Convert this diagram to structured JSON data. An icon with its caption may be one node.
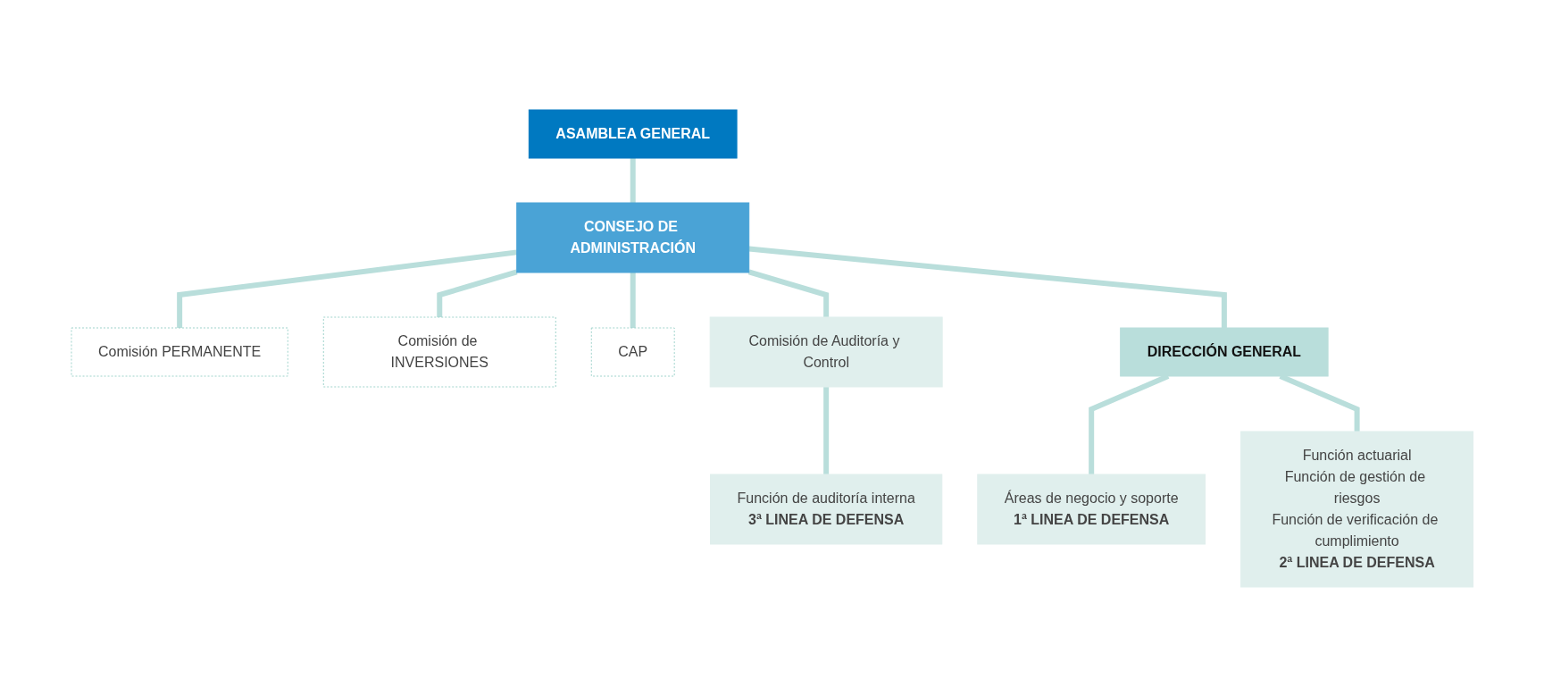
{
  "diagram": {
    "nodes": [
      {
        "text": [
          "ASAMBLEA GENERAL"
        ]
      },
      {
        "text": [
          "CONSEJO DE ADMINISTRACIÓN"
        ]
      },
      {
        "text": [
          "Comisión PERMANENTE"
        ]
      },
      {
        "text": [
          "Comisión de INVERSIONES"
        ]
      },
      {
        "text": [
          "CAP"
        ]
      },
      {
        "text": [
          "Comisión de Auditoría y Control"
        ]
      },
      {
        "text": [
          "DIRECCIÓN GENERAL"
        ]
      },
      {
        "text": [
          "Áreas de negocio y soporte",
          "1ª LINEA DE DEFENSA"
        ]
      },
      {
        "text": [
          "Función actuarial",
          "Función de gestión de riesgos",
          "Función de verificación de cumplimiento",
          "2ª LINEA DE DEFENSA"
        ]
      },
      {
        "text": [
          "Función de auditoría interna",
          "3ª LINEA DE DEFENSA"
        ]
      }
    ],
    "edges": [
      {
        "from": 0,
        "to": 1,
        "arrow": "none"
      },
      {
        "from": 1,
        "to": 2,
        "arrow": "none"
      },
      {
        "from": 1,
        "to": 3,
        "arrow": "none"
      },
      {
        "from": 1,
        "to": 4,
        "arrow": "none"
      },
      {
        "from": 1,
        "to": 5,
        "arrow": "none"
      },
      {
        "from": 1,
        "to": 6,
        "arrow": "none"
      },
      {
        "from": 6,
        "to": 7,
        "arrow": "none"
      },
      {
        "from": 6,
        "to": 8,
        "arrow": "none"
      },
      {
        "from": 5,
        "to": 9,
        "arrow": "none"
      }
    ]
  }
}
